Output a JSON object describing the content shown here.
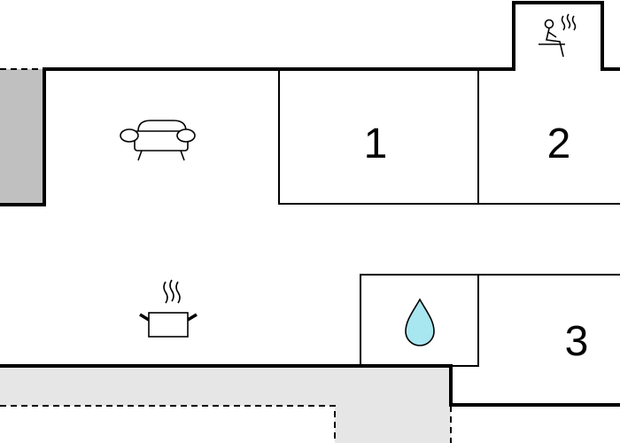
{
  "floorplan": {
    "rooms": [
      {
        "id": "bedroom-1",
        "label": "1"
      },
      {
        "id": "bedroom-2",
        "label": "2"
      },
      {
        "id": "bedroom-3",
        "label": "3"
      }
    ],
    "icons": {
      "living": "sofa-icon",
      "kitchen": "cooking-pot-icon",
      "bathroom": "water-drop-icon",
      "sauna": "sauna-icon"
    },
    "colors": {
      "wall": "#000000",
      "outside_dark": "#c0c0c0",
      "outside_light": "#e6e6e6",
      "water_drop": "#a8e6f0"
    }
  }
}
